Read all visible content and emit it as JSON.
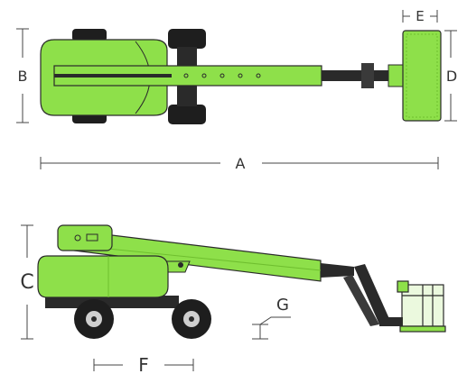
{
  "dimension_labels": {
    "a": "A",
    "b": "B",
    "c": "C",
    "d": "D",
    "e": "E",
    "f": "F",
    "g": "G"
  },
  "colors": {
    "machine_green": "#8ee04a",
    "machine_green_dark": "#6fbf2f",
    "outline": "#2a2a2a",
    "tire": "#1e1e1e",
    "hub": "#cfcfcf",
    "dimension_line": "#444444"
  }
}
